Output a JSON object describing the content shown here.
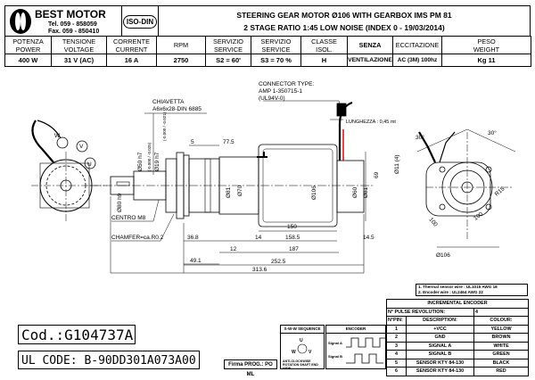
{
  "header": {
    "brand": "BEST MOTOR",
    "tel": "Tel. 059 - 858059",
    "fax": "Fax. 059 - 850410",
    "iso_mark": "ISO-DIN",
    "title_line1": "STEERING GEAR MOTOR Ø106 WITH  GEARBOX IMS PM 81",
    "title_line2": "2 STAGE RATIO 1:45 LOW NOISE (INDEX 0 - 19/03/2014)"
  },
  "specs": {
    "headers": [
      "POTENZA\nPOWER",
      "TENSIONE\nVOLTAGE",
      "CORRENTE\nCURRENT",
      "RPM",
      "SERVIZIO\nSERVICE",
      "SERVIZIO\nSERVICE",
      "CLASSE\nISOL.",
      "SENZA",
      "ECCITAZIONE",
      "PESO\nWEIGHT"
    ],
    "values": [
      "400 W",
      "31 V (AC)",
      "16 A",
      "2750",
      "S2 =  60'",
      "S3 = 70 %",
      "H",
      "VENTILAZIONE",
      "AC (3M) 100hz",
      "Kg 11"
    ]
  },
  "drawing": {
    "chiavetta": "CHIAVETTA",
    "key_spec": "A6x6x28-DIN 6885",
    "connector_1": "CONNECTOR TYPE:",
    "connector_2": "AMP 1-350715-1",
    "connector_3": "(UL94V-0)",
    "lunghezza": "LUNGHEZZA : 0,45 mt",
    "centro": "CENTRO M8",
    "chamfer": "CHAMFER=ca.R0.2",
    "dim_5": "5",
    "dim_77_5": "77.5",
    "dim_150": "150",
    "dim_14": "14",
    "dim_158_5": "158.5",
    "dim_14_5": "14.5",
    "dim_36_8": "36.8",
    "dim_12": "12",
    "dim_187": "187",
    "dim_49_1": "49.1",
    "dim_252_5": "252.5",
    "dim_313_6": "313.6",
    "dia_50": "Ø50 h7",
    "dia_19": "Ø19 h7",
    "dia_80": "Ø80 h9",
    "dia_81": "Ø81",
    "dia_70": "Ø70",
    "dia_106": "Ø106",
    "dia_60": "Ø60",
    "dia_81b": "Ø81",
    "dim_69": "69",
    "dia_11": "Ø11 (4)",
    "ang_30a": "30°",
    "ang_30b": "30°",
    "dim_100a": "100",
    "dim_100b": "100",
    "rad_15": "R15",
    "dia_106b": "Ø106",
    "tol_50": "(-0.000 / -0.025)",
    "tol_19": "(-0.000 / -0.021)",
    "label_w": "W",
    "label_v": "V",
    "label_u": "U"
  },
  "code": "Cod.:G104737A",
  "ul_code": "UL CODE: B-90DD301A073A00",
  "firma": "Firma PROG.: PO ML",
  "sequence_title": "S-W-W SEQUENCE",
  "sequence_note": "ANTI-CLOCKWISE ROTATION SHAFT END VIEW",
  "encoder_title": "ENCODER",
  "signal_a": "Signal A",
  "signal_b": "Signal B",
  "notes": [
    "1. Thermal sensor wire : UL1015 AWG 18",
    "2. Encoder wire : UL2464 AWG 22"
  ],
  "encoder_table": {
    "title": "INCREMENTAL ENCODER",
    "pulse_label": "N° PULSE REVOLUTION:",
    "pulse_value": "4",
    "col_pin": "N°PIN:",
    "col_desc": "DESCRIPTION:",
    "col_colour": "COLOUR:",
    "rows": [
      {
        "pin": "1",
        "desc": "+VCC",
        "colour": "YELLOW"
      },
      {
        "pin": "2",
        "desc": "GND",
        "colour": "BROWN"
      },
      {
        "pin": "3",
        "desc": "SIGNAL A",
        "colour": "WHITE"
      },
      {
        "pin": "4",
        "desc": "SIGNAL B",
        "colour": "GREEN"
      },
      {
        "pin": "5",
        "desc": "SENSOR KTY 84-130",
        "colour": "BLACK"
      },
      {
        "pin": "6",
        "desc": "SENSOR KTY 84-130",
        "colour": "RED"
      }
    ]
  }
}
